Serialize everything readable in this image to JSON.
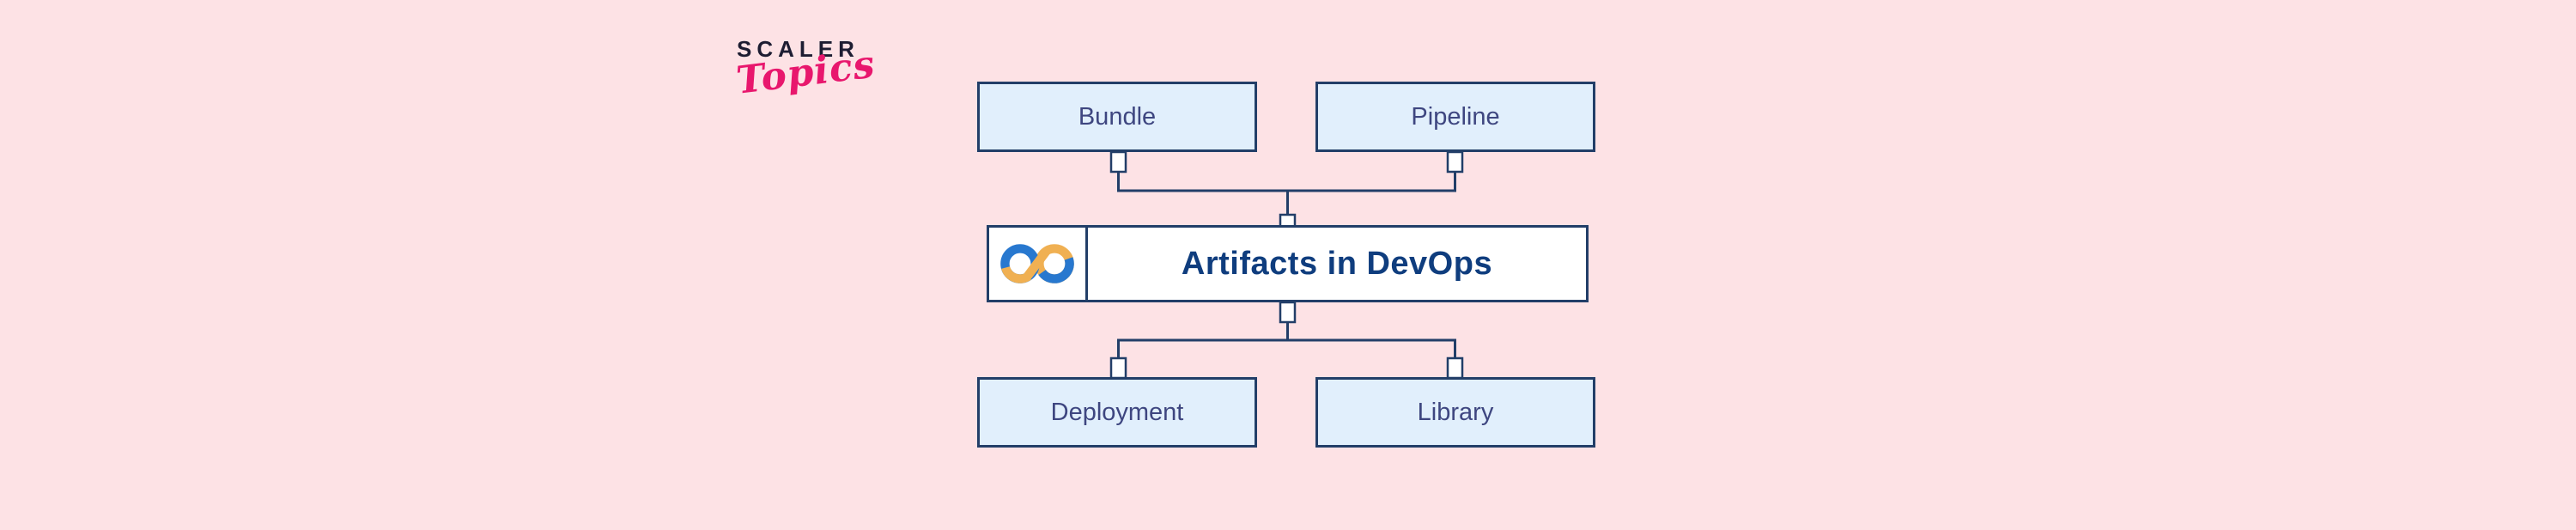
{
  "page": {
    "background_color": "#fde2e5"
  },
  "logo": {
    "brand": "SCALER",
    "sub": "Topics",
    "brand_color": "#1d1d32",
    "sub_color": "#e8176d"
  },
  "diagram": {
    "center": {
      "label": "Artifacts in DevOps",
      "icon": "devops-infinity-icon",
      "fill": "#ffffff",
      "text_color": "#0f3d7e"
    },
    "top_nodes": [
      {
        "label": "Bundle"
      },
      {
        "label": "Pipeline"
      }
    ],
    "bottom_nodes": [
      {
        "label": "Deployment"
      },
      {
        "label": "Library"
      }
    ],
    "node_fill": "#e1effc",
    "node_border_color": "#223e68",
    "node_text_color": "#3e4680",
    "connector_color": "#223e68",
    "icon_colors": {
      "blue": "#2878cf",
      "orange": "#f0b052"
    }
  }
}
